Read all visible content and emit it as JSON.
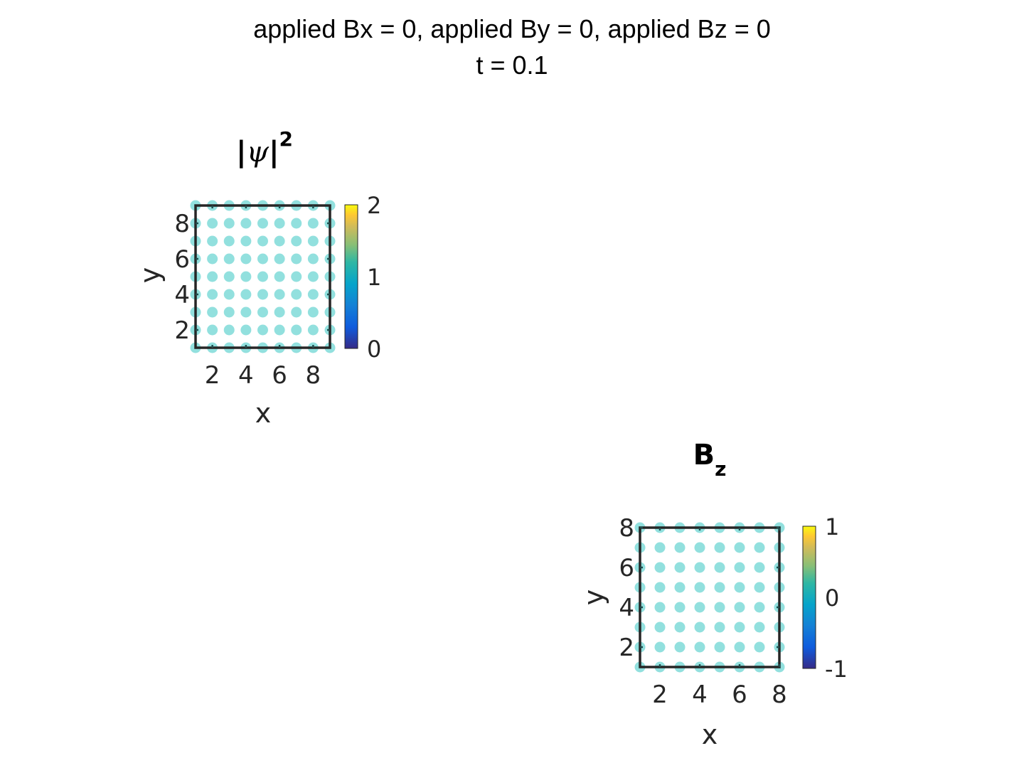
{
  "figure": {
    "title_line1": "applied Bx = 0, applied By = 0, applied Bz = 0",
    "title_line2": "t = 0.1"
  },
  "colors": {
    "marker": "#7fdbd8",
    "axes": "#262626",
    "tick_mark": "#1f4f4f"
  },
  "chart_data": [
    {
      "type": "scatter",
      "title_main": "|",
      "title_symbol": "ψ",
      "title_end": "|",
      "title_sup": "2",
      "xlabel": "x",
      "ylabel": "y",
      "xlim": [
        1,
        9
      ],
      "ylim": [
        1,
        9
      ],
      "xticks": [
        2,
        4,
        6,
        8
      ],
      "yticks": [
        2,
        4,
        6,
        8
      ],
      "grid": false,
      "x": [
        1,
        2,
        3,
        4,
        5,
        6,
        7,
        8,
        9
      ],
      "y": [
        1,
        2,
        3,
        4,
        5,
        6,
        7,
        8,
        9
      ],
      "value": 1,
      "colorbar": {
        "min": 0,
        "max": 2,
        "ticks": [
          0,
          1,
          2
        ],
        "tick_labels": [
          "0",
          "1",
          "2"
        ]
      }
    },
    {
      "type": "scatter",
      "title_main": "B",
      "title_sub": "z",
      "xlabel": "x",
      "ylabel": "y",
      "xlim": [
        1,
        8
      ],
      "ylim": [
        1,
        8
      ],
      "xticks": [
        2,
        4,
        6,
        8
      ],
      "yticks": [
        2,
        4,
        6,
        8
      ],
      "grid": false,
      "x": [
        1,
        2,
        3,
        4,
        5,
        6,
        7,
        8
      ],
      "y": [
        1,
        2,
        3,
        4,
        5,
        6,
        7,
        8
      ],
      "value": 0,
      "colorbar": {
        "min": -1,
        "max": 1,
        "ticks": [
          -1,
          0,
          1
        ],
        "tick_labels": [
          "-1",
          "0",
          "1"
        ]
      }
    }
  ]
}
